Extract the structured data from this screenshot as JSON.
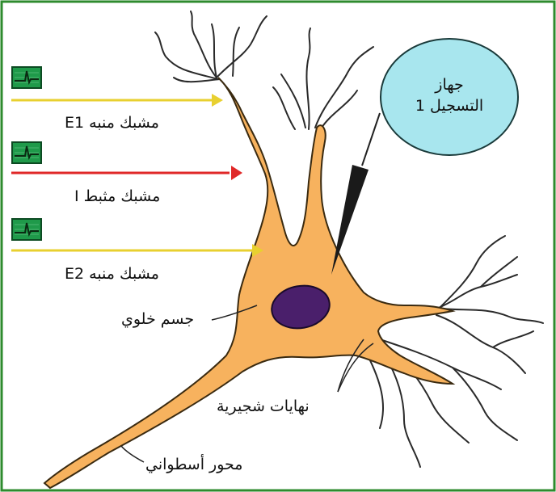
{
  "colors": {
    "frame": "#2e8b2e",
    "excitatory_synapse": "#e8d030",
    "inhibitory_synapse": "#e02828",
    "cell_body": "#f7b25e",
    "nucleus": "#4a1f6b",
    "recorder_bubble": "#a8e6ee",
    "monitor_screen": "#1f9a4a"
  },
  "synapses": [
    {
      "label": "مشبك منبه E1",
      "kind": "excitatory",
      "icon": "oscilloscope-icon"
    },
    {
      "label": "مشبك مثبط I",
      "kind": "inhibitory",
      "icon": "oscilloscope-icon"
    },
    {
      "label": "مشبك منبه E2",
      "kind": "excitatory",
      "icon": "oscilloscope-icon"
    }
  ],
  "recorder": {
    "line1": "جهاز",
    "line2": "التسجيل 1"
  },
  "labels": {
    "cell_body": "جسم خلوي",
    "dendrite_endings": "نهايات شجيرية",
    "axon": "محور أسطواني"
  }
}
